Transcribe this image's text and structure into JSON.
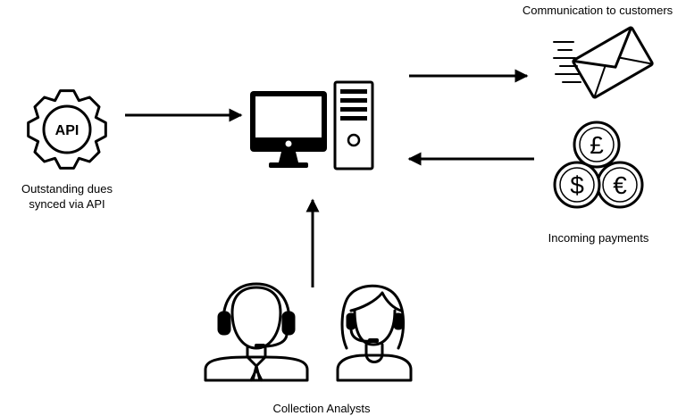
{
  "nodes": {
    "api": {
      "icon": "api-gear-icon",
      "icon_text": "API",
      "label_line1": "Outstanding dues",
      "label_line2": "synced via API"
    },
    "computer": {
      "icon": "desktop-computer-icon"
    },
    "communication": {
      "icon": "email-envelope-icon",
      "label": "Communication to customers"
    },
    "payments": {
      "icon": "currency-coins-icon",
      "coin_symbols": [
        "£",
        "$",
        "€"
      ],
      "label": "Incoming payments"
    },
    "analysts": {
      "icons": [
        "male-support-agent-icon",
        "female-support-agent-icon"
      ],
      "label": "Collection Analysts"
    }
  },
  "edges": [
    {
      "from": "api",
      "to": "computer"
    },
    {
      "from": "computer",
      "to": "communication"
    },
    {
      "from": "payments",
      "to": "computer"
    },
    {
      "from": "analysts",
      "to": "computer"
    }
  ],
  "colors": {
    "stroke": "#000000",
    "background": "#ffffff"
  }
}
